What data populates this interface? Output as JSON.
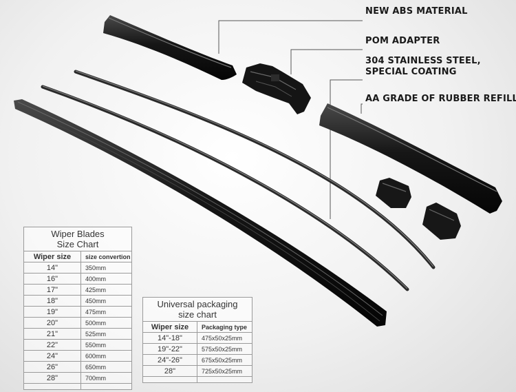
{
  "callouts": {
    "abs": "NEW ABS MATERIAL",
    "pom": "POM ADAPTER",
    "steel_1": "304 STAINLESS STEEL,",
    "steel_2": "SPECIAL COATING",
    "rubber": "AA GRADE OF RUBBER REFILL"
  },
  "wiper_table": {
    "title_1": "Wiper Blades",
    "title_2": "Size Chart",
    "headers": [
      "Wiper size",
      "size convertion"
    ],
    "rows": [
      [
        "14\"",
        "350mm"
      ],
      [
        "16\"",
        "400mm"
      ],
      [
        "17\"",
        "425mm"
      ],
      [
        "18\"",
        "450mm"
      ],
      [
        "19\"",
        "475mm"
      ],
      [
        "20\"",
        "500mm"
      ],
      [
        "21\"",
        "525mm"
      ],
      [
        "22\"",
        "550mm"
      ],
      [
        "24\"",
        "600mm"
      ],
      [
        "26\"",
        "650mm"
      ],
      [
        "28\"",
        "700mm"
      ]
    ]
  },
  "pack_table": {
    "title_1": "Universal packaging",
    "title_2": "size chart",
    "headers": [
      "Wiper size",
      "Packaging type"
    ],
    "rows": [
      [
        "14\"-18\"",
        "475x50x25mm"
      ],
      [
        "19\"-22\"",
        "575x50x25mm"
      ],
      [
        "24\"-26\"",
        "675x50x25mm"
      ],
      [
        "28\"",
        "725x50x25mm"
      ]
    ]
  },
  "colors": {
    "part": "#141414",
    "leader_line": "#555555"
  }
}
